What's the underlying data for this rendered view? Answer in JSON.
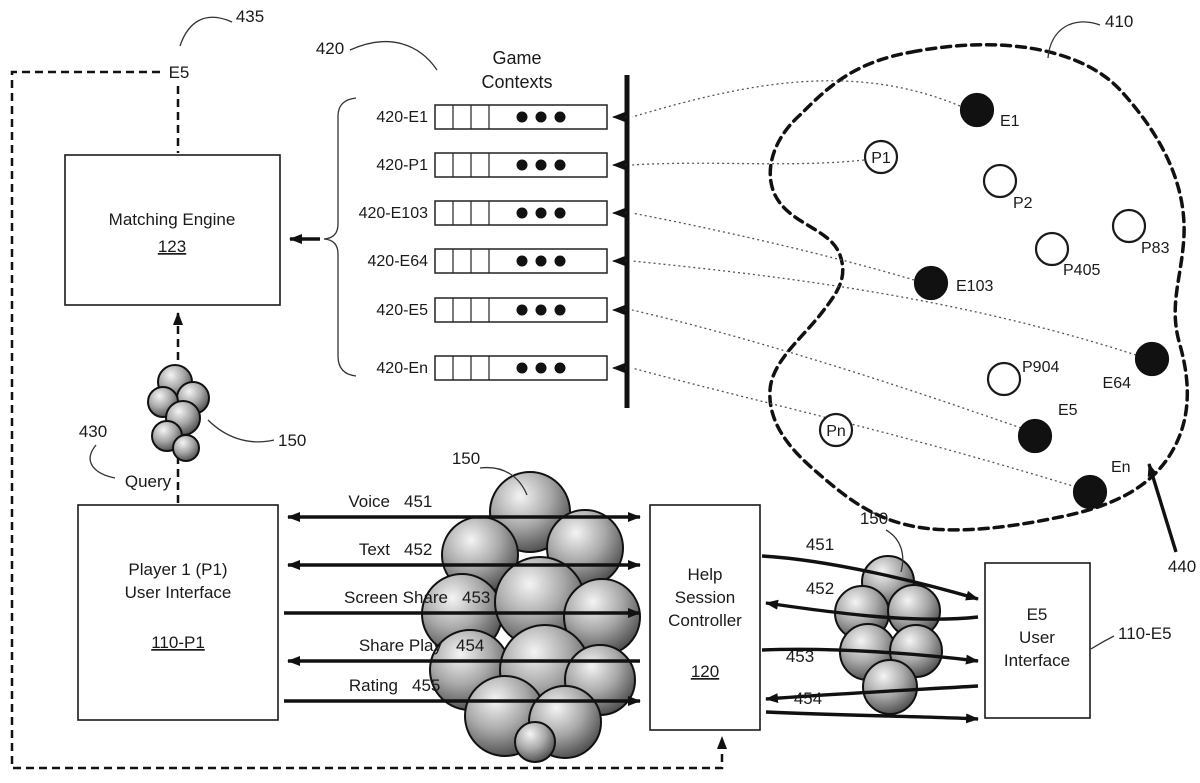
{
  "colors": {
    "ink": "#1a1a1a",
    "bg": "#ffffff"
  },
  "labels": {
    "ref435": "435",
    "e5_top": "E5",
    "ref420": "420",
    "ref410": "410",
    "ref440": "440",
    "ref430": "430",
    "query": "Query",
    "cloud_ref": "150"
  },
  "matching_engine": {
    "title": "Matching Engine",
    "ref": "123"
  },
  "game_contexts": {
    "title1": "Game",
    "title2": "Contexts",
    "queues": [
      {
        "label": "420-E1"
      },
      {
        "label": "420-P1"
      },
      {
        "label": "420-E103"
      },
      {
        "label": "420-E64"
      },
      {
        "label": "420-E5"
      },
      {
        "label": "420-En"
      }
    ]
  },
  "pool": {
    "nodes": [
      {
        "label": "E1",
        "filled": true
      },
      {
        "label": "P1",
        "filled": false
      },
      {
        "label": "P2",
        "filled": false
      },
      {
        "label": "P83",
        "filled": false
      },
      {
        "label": "P405",
        "filled": false
      },
      {
        "label": "E103",
        "filled": true
      },
      {
        "label": "P904",
        "filled": false
      },
      {
        "label": "E64",
        "filled": true
      },
      {
        "label": "E5",
        "filled": true
      },
      {
        "label": "Pn",
        "filled": false
      },
      {
        "label": "En",
        "filled": true
      }
    ]
  },
  "player1": {
    "line1": "Player 1 (P1)",
    "line2": "User Interface",
    "ref": "110-P1"
  },
  "channels": [
    {
      "name": "Voice",
      "ref": "451"
    },
    {
      "name": "Text",
      "ref": "452"
    },
    {
      "name": "Screen Share",
      "ref": "453"
    },
    {
      "name": "Share Play",
      "ref": "454"
    },
    {
      "name": "Rating",
      "ref": "455"
    }
  ],
  "help": {
    "line1": "Help",
    "line2": "Session",
    "line3": "Controller",
    "ref": "120"
  },
  "right_refs": [
    "451",
    "452",
    "453",
    "454"
  ],
  "e5ui": {
    "line1": "E5",
    "line2": "User",
    "line3": "Interface",
    "ref": "110-E5"
  }
}
